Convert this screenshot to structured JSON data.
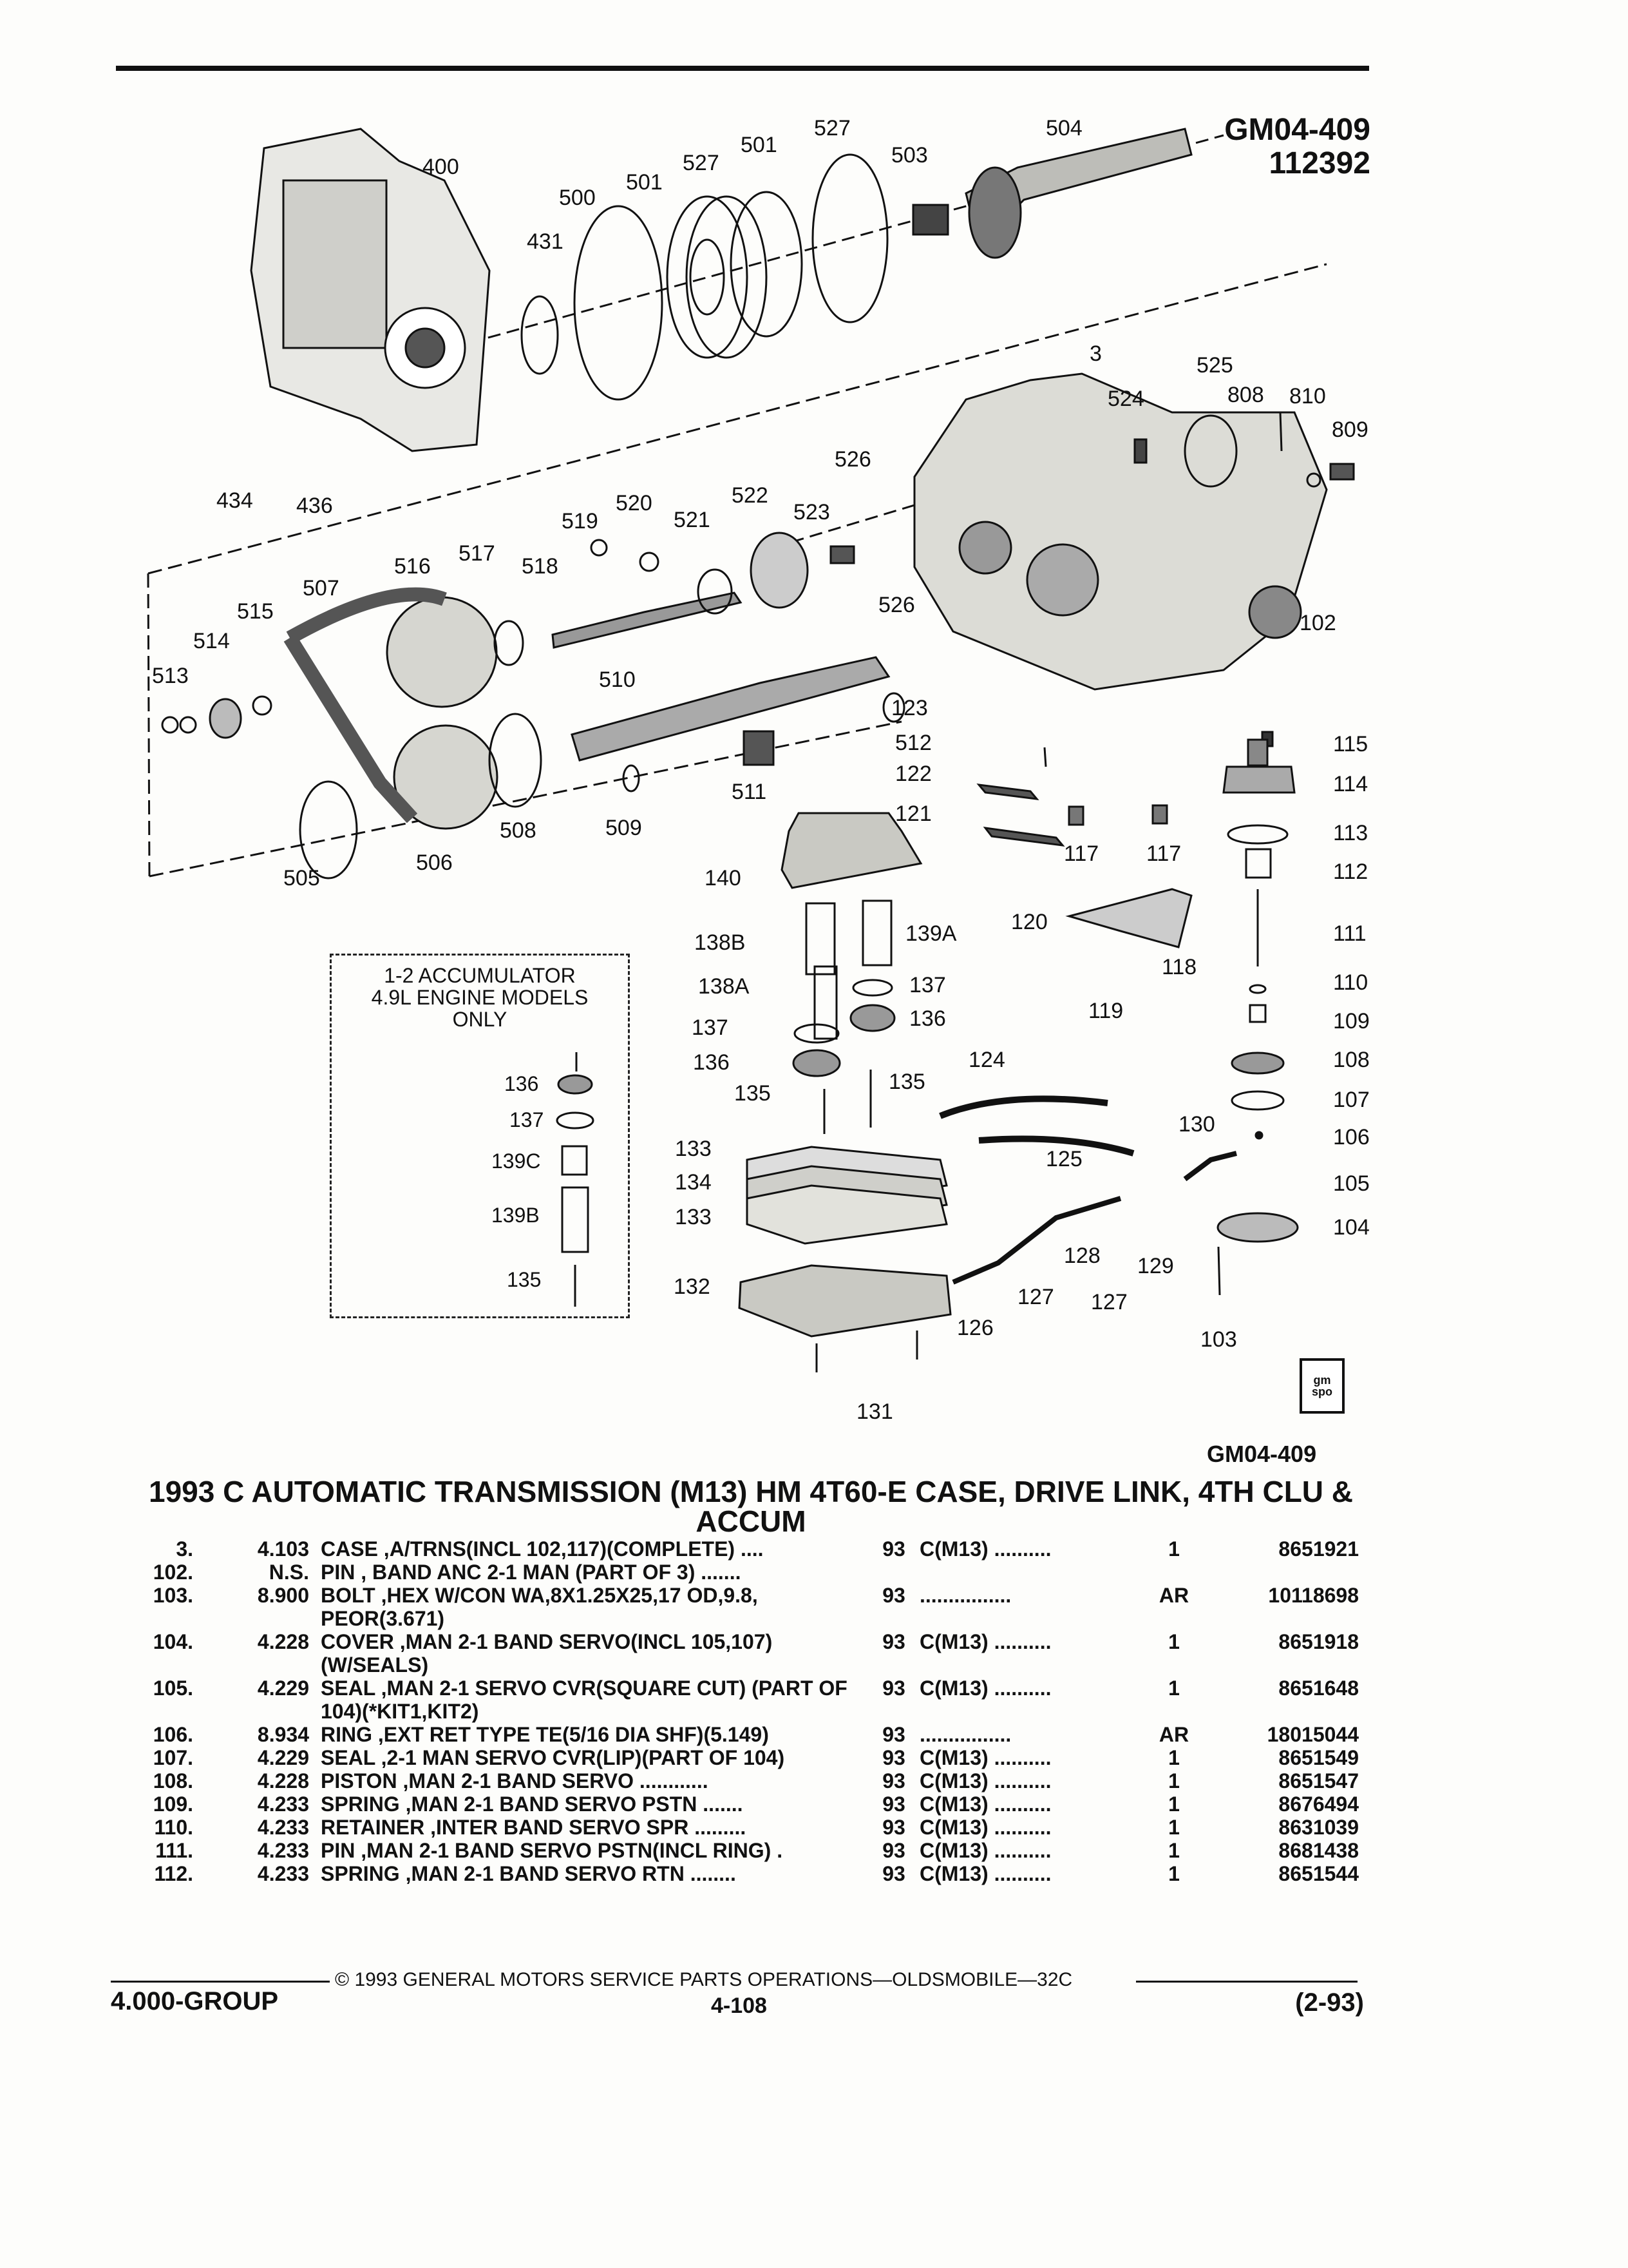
{
  "figure": {
    "code": "GM04-409",
    "number": "112392",
    "id_below": "GM04-409"
  },
  "callouts": {
    "c400": "400",
    "c431": "431",
    "c434": "434",
    "c436": "436",
    "c500": "500",
    "c501a": "501",
    "c501b": "501",
    "c527a": "527",
    "c527b": "527",
    "c503": "503",
    "c504": "504",
    "c3": "3",
    "c524": "524",
    "c525": "525",
    "c808": "808",
    "c810": "810",
    "c809": "809",
    "c526a": "526",
    "c526b": "526",
    "c519": "519",
    "c520": "520",
    "c521": "521",
    "c522": "522",
    "c523": "523",
    "c516": "516",
    "c517": "517",
    "c518": "518",
    "c507": "507",
    "c515": "515",
    "c514": "514",
    "c513": "513",
    "c510": "510",
    "c512": "512",
    "c511": "511",
    "c509": "509",
    "c508": "508",
    "c506": "506",
    "c505": "505",
    "c102": "102",
    "c123": "123",
    "c122": "122",
    "c121": "121",
    "c120": "120",
    "c117a": "117",
    "c117b": "117",
    "c118": "118",
    "c119": "119",
    "c115": "115",
    "c114": "114",
    "c113": "113",
    "c112": "112",
    "c111": "111",
    "c110": "110",
    "c109": "109",
    "c108": "108",
    "c107": "107",
    "c106": "106",
    "c105": "105",
    "c104": "104",
    "c103": "103",
    "c140": "140",
    "c138B": "138B",
    "c139A": "139A",
    "c138A": "138A",
    "c137a": "137",
    "c137b": "137",
    "c136a": "136",
    "c136b": "136",
    "c135a": "135",
    "c135b": "135",
    "c124": "124",
    "c125": "125",
    "c130": "130",
    "c133a": "133",
    "c134": "134",
    "c133b": "133",
    "c132": "132",
    "c128": "128",
    "c129": "129",
    "c127a": "127",
    "c127b": "127",
    "c126": "126",
    "c131": "131",
    "box136": "136",
    "box137": "137",
    "box139C": "139C",
    "box139B": "139B",
    "box135": "135"
  },
  "inset": {
    "line1": "1-2 ACCUMULATOR",
    "line2": "4.9L ENGINE MODELS",
    "line3": "ONLY"
  },
  "logo": {
    "top": "gm",
    "bottom": "spo"
  },
  "title": {
    "line1": "1993 C AUTOMATIC TRANSMISSION (M13) HM 4T60-E CASE, DRIVE LINK, 4TH CLU &",
    "line2": "ACCUM"
  },
  "parts": [
    {
      "ref": "3.",
      "group": "4.103",
      "desc": "CASE ,A/TRNS(INCL 102,117)(COMPLETE) ....",
      "year": "93",
      "model": "C(M13) ..........",
      "qty": "1",
      "pn": "8651921"
    },
    {
      "ref": "102.",
      "group": "N.S.",
      "desc": "PIN , BAND ANC 2-1 MAN (PART OF 3) .......",
      "year": "",
      "model": "",
      "qty": "",
      "pn": ""
    },
    {
      "ref": "103.",
      "group": "8.900",
      "desc": "BOLT ,HEX W/CON WA,8X1.25X25,17 OD,9.8, PEOR(3.671)",
      "year": "93",
      "model": "................",
      "qty": "AR",
      "pn": "10118698"
    },
    {
      "ref": "104.",
      "group": "4.228",
      "desc": "COVER ,MAN 2-1 BAND SERVO(INCL 105,107) (W/SEALS)",
      "year": "93",
      "model": "C(M13) ..........",
      "qty": "1",
      "pn": "8651918"
    },
    {
      "ref": "105.",
      "group": "4.229",
      "desc": "SEAL ,MAN 2-1 SERVO CVR(SQUARE CUT) (PART OF 104)(*KIT1,KIT2)",
      "year": "93",
      "model": "C(M13) ..........",
      "qty": "1",
      "pn": "8651648"
    },
    {
      "ref": "106.",
      "group": "8.934",
      "desc": "RING ,EXT RET TYPE TE(5/16 DIA SHF)(5.149)",
      "year": "93",
      "model": "................",
      "qty": "AR",
      "pn": "18015044"
    },
    {
      "ref": "107.",
      "group": "4.229",
      "desc": "SEAL ,2-1 MAN SERVO CVR(LIP)(PART OF 104)",
      "year": "93",
      "model": "C(M13) ..........",
      "qty": "1",
      "pn": "8651549"
    },
    {
      "ref": "108.",
      "group": "4.228",
      "desc": "PISTON ,MAN 2-1 BAND SERVO ............",
      "year": "93",
      "model": "C(M13) ..........",
      "qty": "1",
      "pn": "8651547"
    },
    {
      "ref": "109.",
      "group": "4.233",
      "desc": "SPRING ,MAN 2-1 BAND SERVO PSTN .......",
      "year": "93",
      "model": "C(M13) ..........",
      "qty": "1",
      "pn": "8676494"
    },
    {
      "ref": "110.",
      "group": "4.233",
      "desc": "RETAINER ,INTER BAND SERVO SPR .........",
      "year": "93",
      "model": "C(M13) ..........",
      "qty": "1",
      "pn": "8631039"
    },
    {
      "ref": "111.",
      "group": "4.233",
      "desc": "PIN ,MAN 2-1 BAND SERVO PSTN(INCL RING) .",
      "year": "93",
      "model": "C(M13) ..........",
      "qty": "1",
      "pn": "8681438"
    },
    {
      "ref": "112.",
      "group": "4.233",
      "desc": "SPRING ,MAN 2-1 BAND SERVO RTN ........",
      "year": "93",
      "model": "C(M13) ..........",
      "qty": "1",
      "pn": "8651544"
    }
  ],
  "footer": {
    "copyright": "© 1993 GENERAL MOTORS SERVICE PARTS OPERATIONS—OLDSMOBILE—32C",
    "group": "4.000-GROUP",
    "page": "4-108",
    "edition": "(2-93)"
  }
}
